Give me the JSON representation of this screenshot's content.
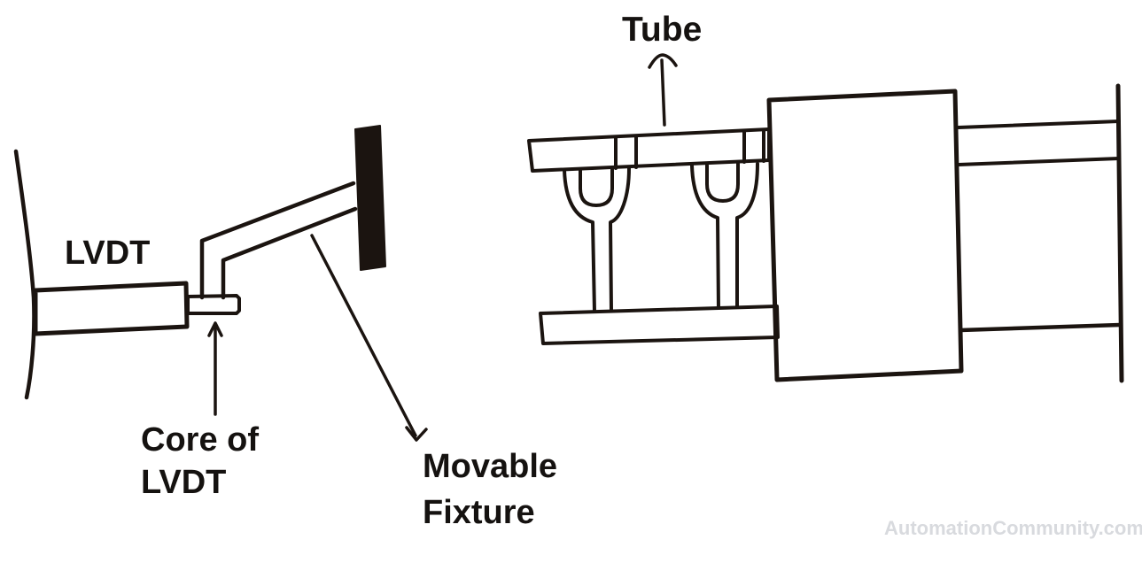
{
  "page": {
    "background": "#ffffff"
  },
  "colors": {
    "ink": "#1b1410",
    "lvdt_body_fill": "#FBD505",
    "tube_block_fill": "#8BEDFB",
    "watermark_text": "#d8dade"
  },
  "left_figure": {
    "lvdt_label": "LVDT",
    "core_label_line1": "Core of",
    "core_label_line2": "LVDT",
    "fixture_label_line1": "Movable",
    "fixture_label_line2": "Fixture"
  },
  "right_figure": {
    "tube_label": "Tube"
  },
  "watermark": "AutomationCommunity.com"
}
